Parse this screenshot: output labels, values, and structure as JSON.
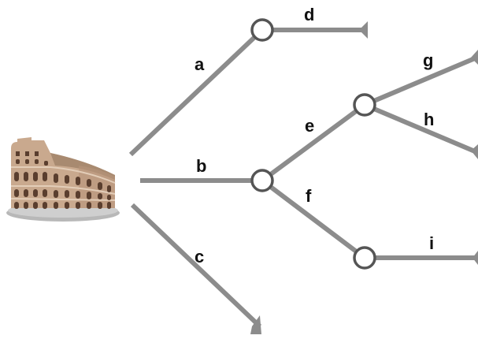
{
  "diagram": {
    "root_image": "colosseum-icon",
    "edges": [
      {
        "id": "a",
        "label": "a"
      },
      {
        "id": "b",
        "label": "b"
      },
      {
        "id": "c",
        "label": "c"
      },
      {
        "id": "d",
        "label": "d"
      },
      {
        "id": "e",
        "label": "e"
      },
      {
        "id": "f",
        "label": "f"
      },
      {
        "id": "g",
        "label": "g"
      },
      {
        "id": "h",
        "label": "h"
      },
      {
        "id": "i",
        "label": "i"
      }
    ],
    "colors": {
      "edge": "#8c8c8c",
      "node_outline": "#555555",
      "node_fill": "#ffffff",
      "label": "#111111"
    }
  }
}
